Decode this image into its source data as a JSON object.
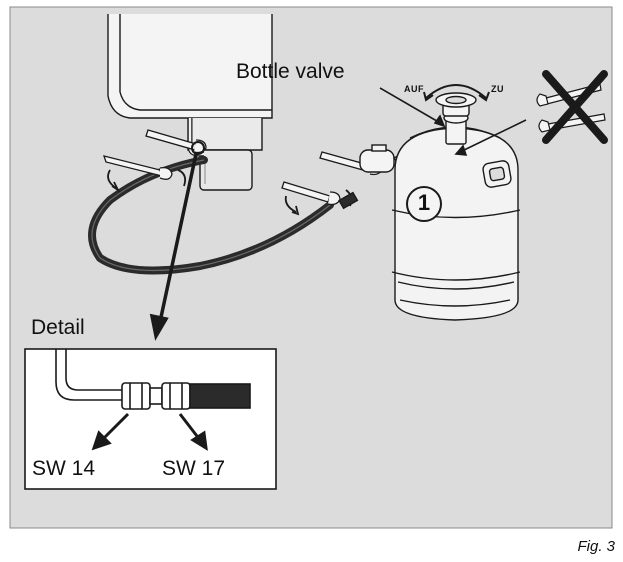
{
  "labels": {
    "bottle_valve": "Bottle valve",
    "auf": "AUF",
    "zu": "ZU",
    "callout_number": "1",
    "detail": "Detail",
    "sw14": "SW 14",
    "sw17": "SW 17",
    "figure": "Fig. 3"
  },
  "colors": {
    "panel_background": "#dcdcdc",
    "detail_background": "#ffffff",
    "line": "#1a1a1a",
    "hose": "#2b2b2b"
  },
  "icons": [
    "rotate-arrow-icon",
    "wrench-icon",
    "crossed-out-icon",
    "pointer-arrow-icon"
  ]
}
